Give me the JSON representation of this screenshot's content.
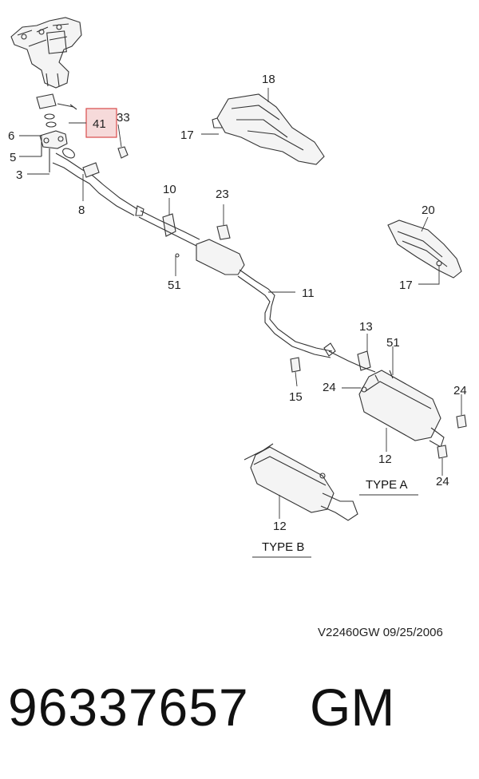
{
  "callouts": {
    "c18": "18",
    "c17a": "17",
    "c41": "41",
    "c33": "33",
    "c6": "6",
    "c5": "5",
    "c3": "3",
    "c8": "8",
    "c10": "10",
    "c23": "23",
    "c20": "20",
    "c17b": "17",
    "c51a": "51",
    "c11": "11",
    "c13": "13",
    "c51b": "51",
    "c15": "15",
    "c24a": "24",
    "c24b": "24",
    "c24c": "24",
    "c12a": "12",
    "c12b": "12"
  },
  "labels": {
    "type_a": "TYPE A",
    "type_b": "TYPE B"
  },
  "diagram_id": "V22460GW  09/25/2006",
  "part_number": "96337657",
  "brand": "GM",
  "colors": {
    "highlight_fill": "#f6dada",
    "highlight_stroke": "#d84a4a"
  }
}
